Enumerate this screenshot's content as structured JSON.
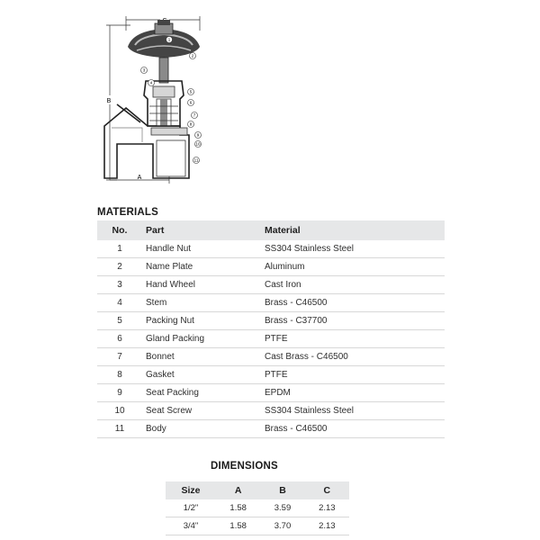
{
  "diagram": {
    "dimension_labels": {
      "c": "C",
      "b": "B",
      "a": "A"
    },
    "callouts": [
      "1",
      "2",
      "3",
      "4",
      "5",
      "6",
      "7",
      "8",
      "9",
      "10",
      "11"
    ]
  },
  "materials": {
    "title": "MATERIALS",
    "headers": {
      "no": "No.",
      "part": "Part",
      "material": "Material"
    },
    "rows": [
      {
        "no": "1",
        "part": "Handle Nut",
        "material": "SS304 Stainless Steel"
      },
      {
        "no": "2",
        "part": "Name Plate",
        "material": "Aluminum"
      },
      {
        "no": "3",
        "part": "Hand Wheel",
        "material": "Cast Iron"
      },
      {
        "no": "4",
        "part": "Stem",
        "material": "Brass - C46500"
      },
      {
        "no": "5",
        "part": "Packing Nut",
        "material": "Brass - C37700"
      },
      {
        "no": "6",
        "part": "Gland Packing",
        "material": "PTFE"
      },
      {
        "no": "7",
        "part": "Bonnet",
        "material": "Cast Brass - C46500"
      },
      {
        "no": "8",
        "part": "Gasket",
        "material": "PTFE"
      },
      {
        "no": "9",
        "part": "Seat Packing",
        "material": "EPDM"
      },
      {
        "no": "10",
        "part": "Seat Screw",
        "material": "SS304 Stainless Steel"
      },
      {
        "no": "11",
        "part": "Body",
        "material": "Brass - C46500"
      }
    ]
  },
  "dimensions": {
    "title": "DIMENSIONS",
    "headers": {
      "size": "Size",
      "a": "A",
      "b": "B",
      "c": "C"
    },
    "rows": [
      {
        "size": "1/2\"",
        "a": "1.58",
        "b": "3.59",
        "c": "2.13"
      },
      {
        "size": "3/4\"",
        "a": "1.58",
        "b": "3.70",
        "c": "2.13"
      }
    ]
  }
}
